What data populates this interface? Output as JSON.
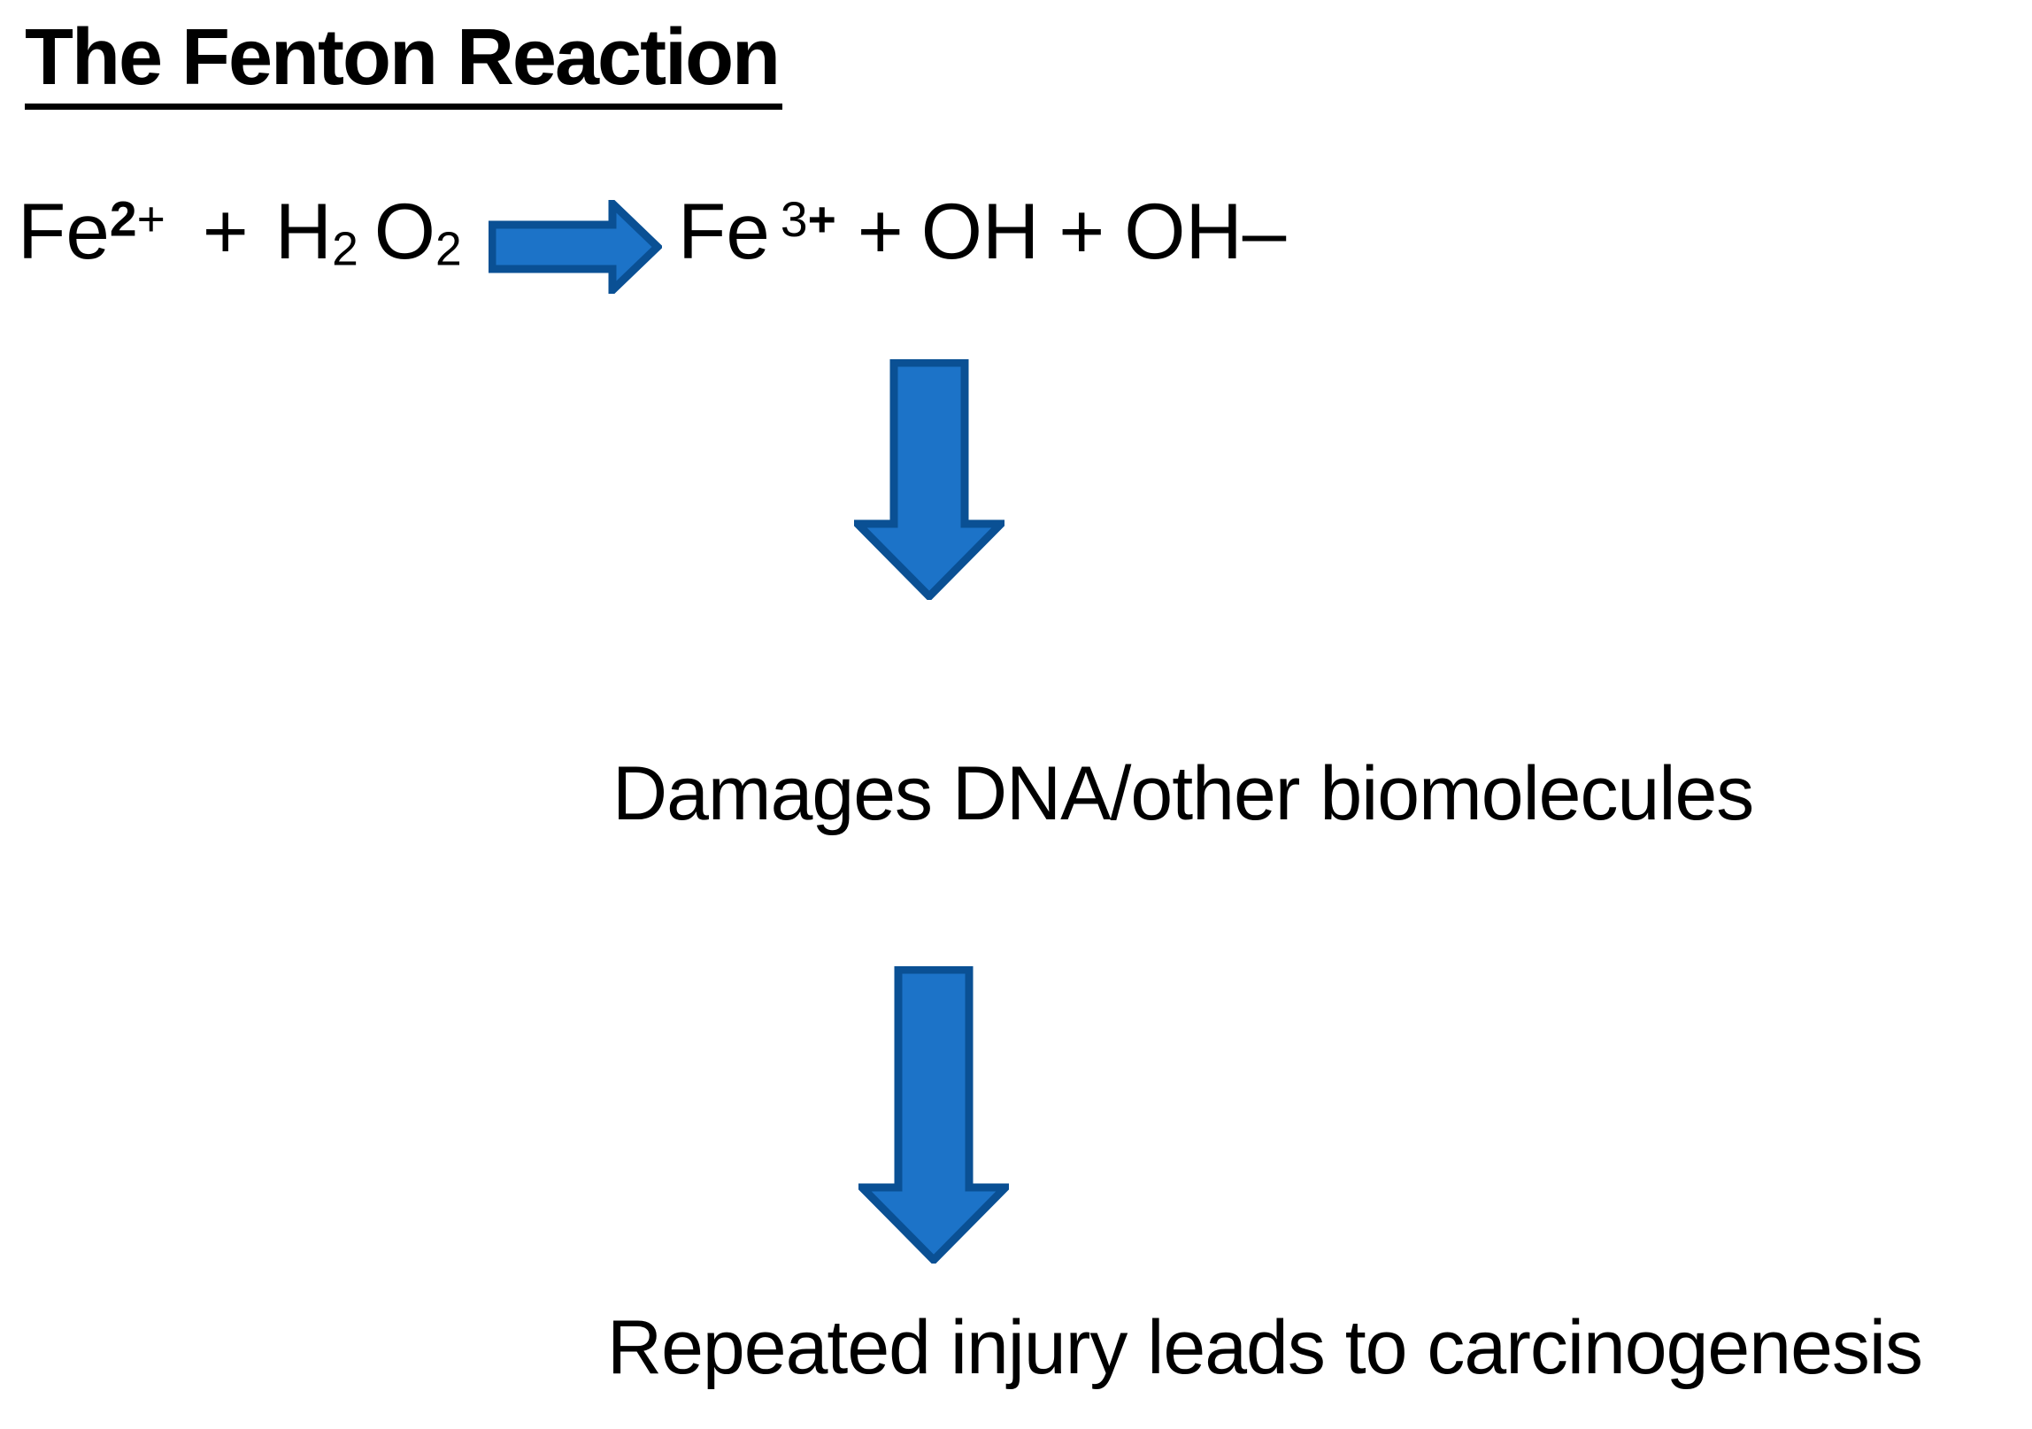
{
  "title": "The Fenton Reaction",
  "equation": {
    "lhs": {
      "fe": "Fe",
      "fe_sup_bold": "2",
      "fe_sup": "+",
      "plus": "+",
      "h": "H",
      "h_sub": "2",
      "o": "O",
      "o_sub": "2"
    },
    "rhs": {
      "fe": "Fe",
      "fe_sup": "3",
      "fe_sup_bold": "+",
      "plus1": "+",
      "oh1": "OH",
      "plus2": "+",
      "oh2": "OH",
      "dash": "–"
    }
  },
  "flow": {
    "step1": "Damages DNA/other biomolecules",
    "step2": "Repeated injury leads to carcinogenesis"
  },
  "colors": {
    "background": "#FFFFFF",
    "text": "#000000",
    "arrow_fill": "#1C73C8",
    "arrow_stroke": "#0A5094"
  }
}
